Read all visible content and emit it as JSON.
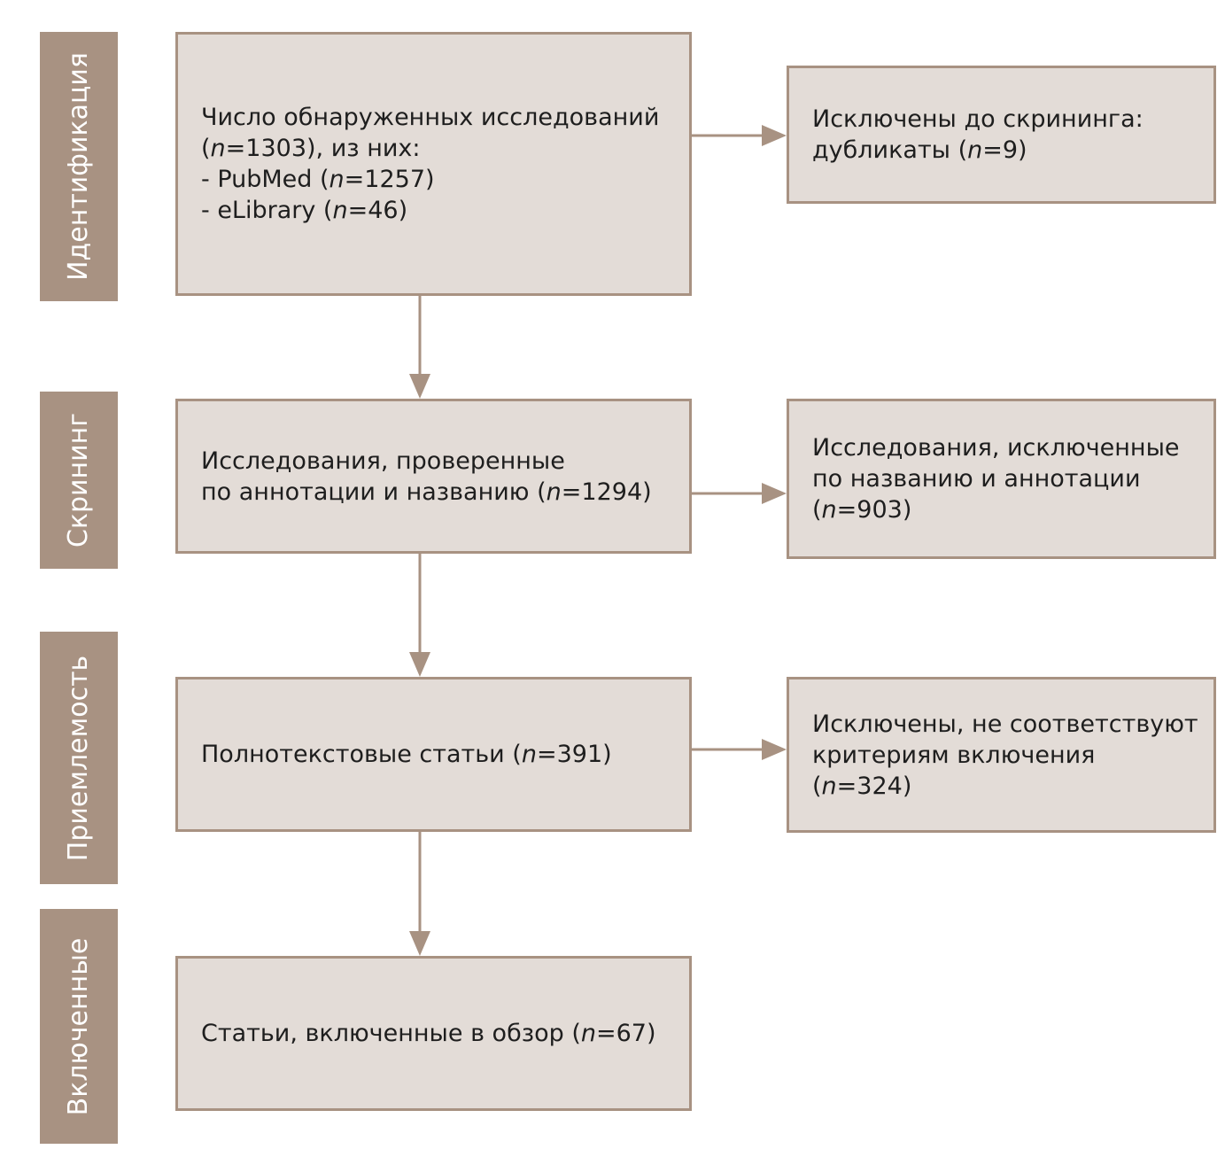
{
  "stages": [
    {
      "id": "identification",
      "label": "Идентификация"
    },
    {
      "id": "screening",
      "label": "Скрининг"
    },
    {
      "id": "eligibility",
      "label": "Приемлемость"
    },
    {
      "id": "included",
      "label": "Включенные"
    }
  ],
  "boxes": {
    "identified": {
      "lines": [
        {
          "pre": "Число обнаруженных исследований",
          "n": "",
          "post": ""
        },
        {
          "pre": "(",
          "n": "n",
          "post": "=1303), из них:"
        },
        {
          "pre": "- PubMed (",
          "n": "n",
          "post": "=1257)"
        },
        {
          "pre": "- eLibrary (",
          "n": "n",
          "post": "=46)"
        }
      ]
    },
    "duplicates": {
      "lines": [
        {
          "pre": "Исключены до скрининга:",
          "n": "",
          "post": ""
        },
        {
          "pre": "дубликаты (",
          "n": "n",
          "post": "=9)"
        }
      ]
    },
    "screened": {
      "lines": [
        {
          "pre": "Исследования, проверенные",
          "n": "",
          "post": ""
        },
        {
          "pre": "по аннотации и названию (",
          "n": "n",
          "post": "=1294)"
        }
      ]
    },
    "excluded_title": {
      "lines": [
        {
          "pre": "Исследования, исключенные",
          "n": "",
          "post": ""
        },
        {
          "pre": "по названию и аннотации",
          "n": "",
          "post": ""
        },
        {
          "pre": "(",
          "n": "n",
          "post": "=903)"
        }
      ]
    },
    "fulltext": {
      "lines": [
        {
          "pre": "Полнотекстовые статьи (",
          "n": "n",
          "post": "=391)"
        }
      ]
    },
    "excluded_criteria": {
      "lines": [
        {
          "pre": "Исключены, не соответствуют",
          "n": "",
          "post": ""
        },
        {
          "pre": "критериям включения",
          "n": "",
          "post": ""
        },
        {
          "pre": "(",
          "n": "n",
          "post": "=324)"
        }
      ]
    },
    "included": {
      "lines": [
        {
          "pre": "Статьи, включенные в обзор (",
          "n": "n",
          "post": "=67)"
        }
      ]
    }
  },
  "colors": {
    "stage_fill": "#a89282",
    "box_fill": "#e3dcd7",
    "border": "#a89282",
    "arrow": "#a89282",
    "stage_text": "#ffffff",
    "box_text": "#1e1e1e"
  }
}
